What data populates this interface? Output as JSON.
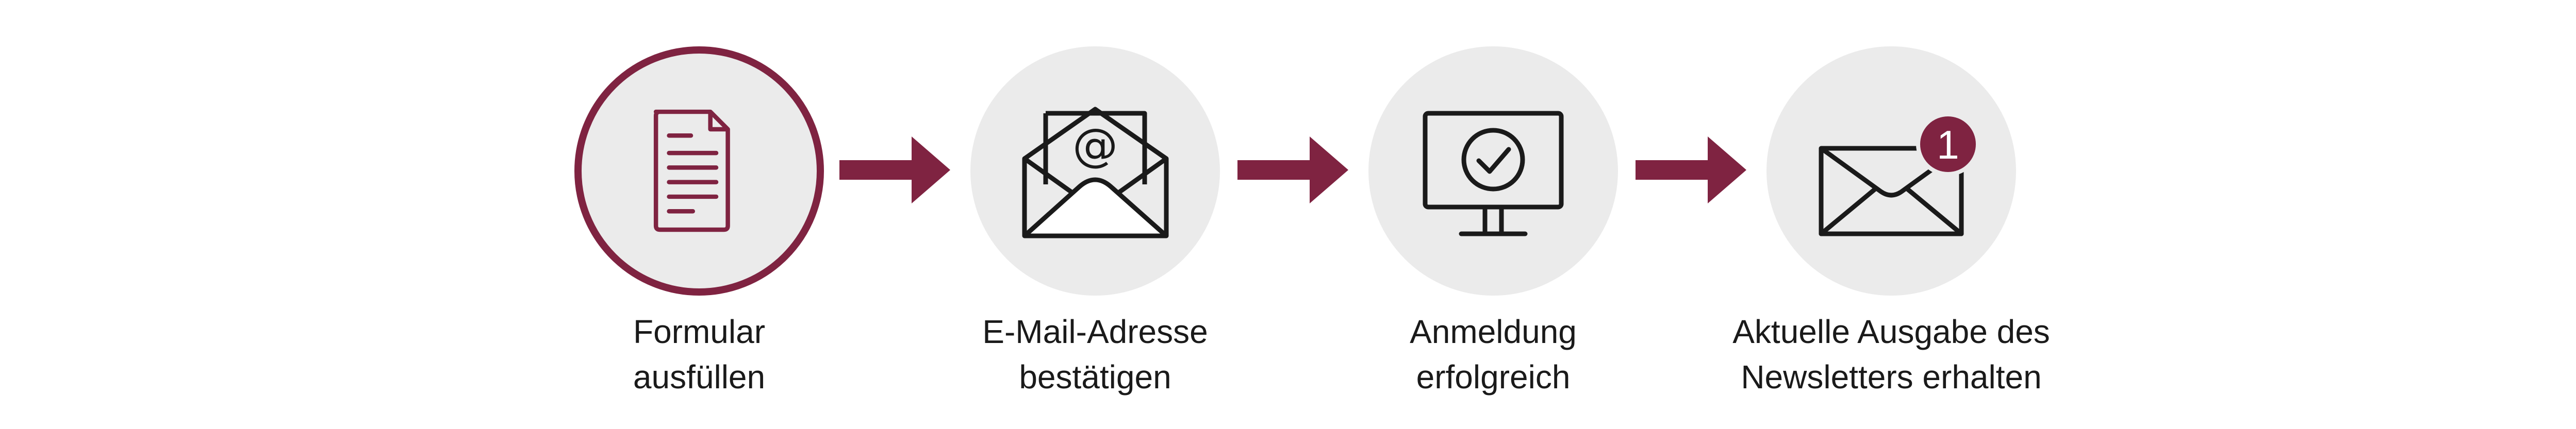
{
  "colors": {
    "accent": "#7f2341",
    "circle_fill": "#ebebeb",
    "icon_stroke": "#1a1a1a",
    "text": "#1a1a1a"
  },
  "steps": [
    {
      "icon": "document-icon",
      "active": true,
      "label_lines": [
        "Formular",
        "ausfüllen"
      ]
    },
    {
      "icon": "open-envelope-at-icon",
      "active": false,
      "label_lines": [
        "E-Mail-Adresse",
        "bestätigen"
      ],
      "icon_text": "@"
    },
    {
      "icon": "monitor-checkmark-icon",
      "active": false,
      "label_lines": [
        "Anmeldung",
        "erfolgreich"
      ]
    },
    {
      "icon": "envelope-notification-icon",
      "active": false,
      "label_lines": [
        "Aktuelle Ausgabe des",
        "Newsletters erhalten"
      ],
      "badge_count": "1"
    }
  ]
}
